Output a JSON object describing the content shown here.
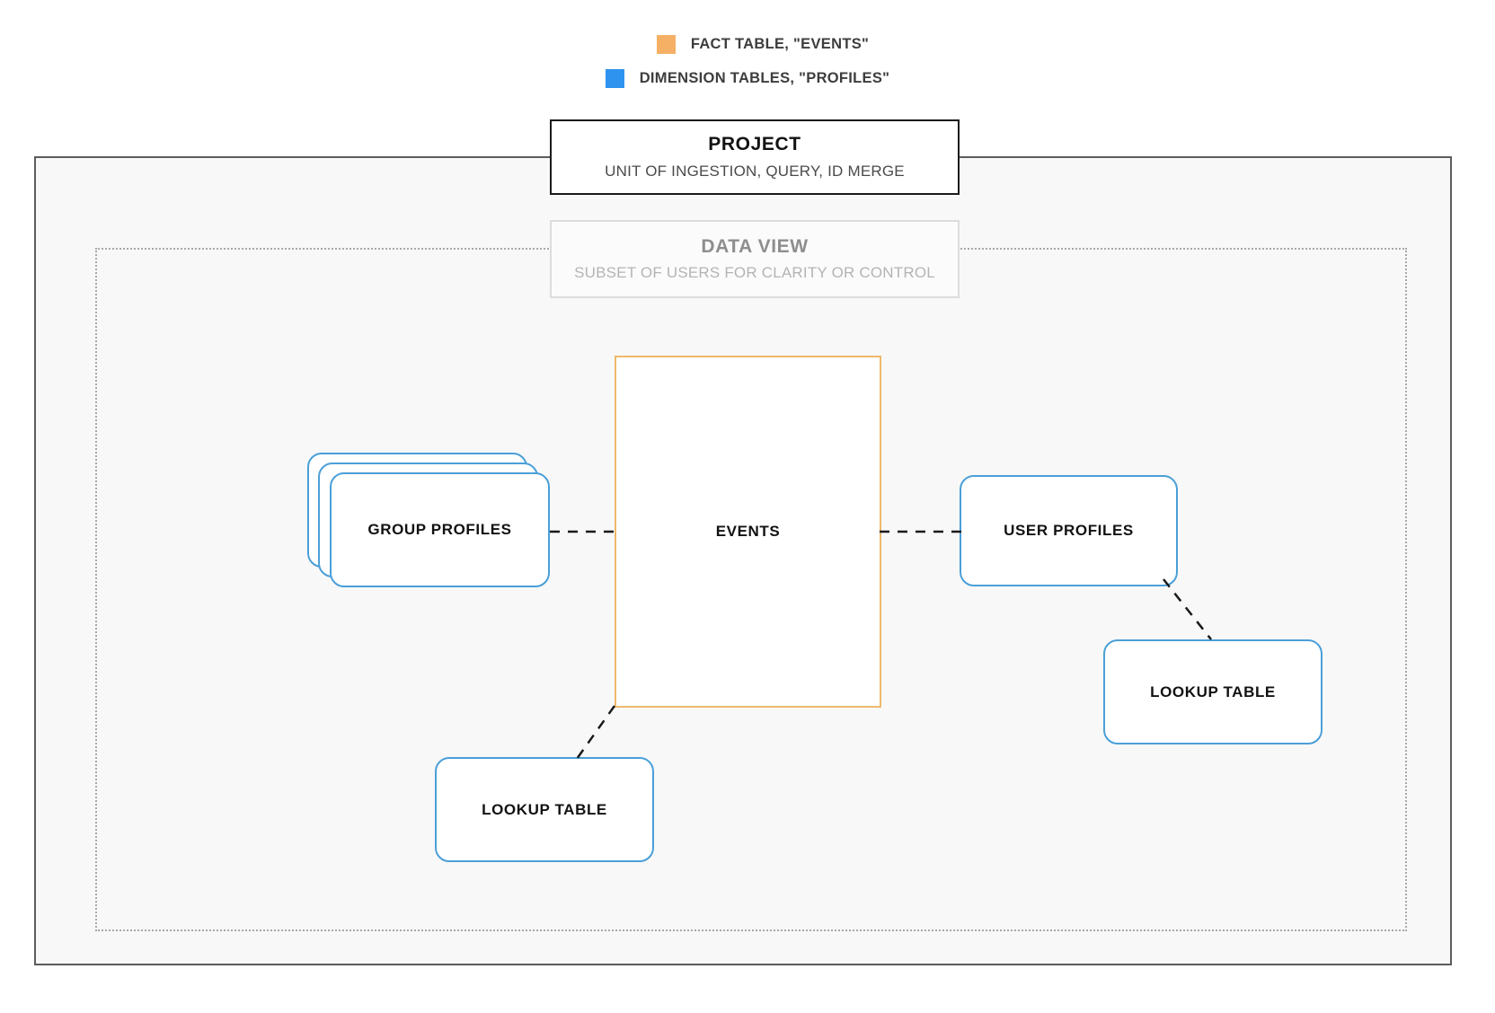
{
  "legend": {
    "items": [
      {
        "label": "FACT TABLE, \"EVENTS\"",
        "color": "#f5b066",
        "icon": "fact-table-swatch"
      },
      {
        "label": "DIMENSION TABLES, \"PROFILES\"",
        "color": "#2e93ee",
        "icon": "dimension-table-swatch"
      }
    ]
  },
  "project": {
    "title": "PROJECT",
    "subtitle": "UNIT OF INGESTION, QUERY, ID MERGE"
  },
  "data_view": {
    "title": "DATA VIEW",
    "subtitle": "SUBSET OF USERS FOR CLARITY OR CONTROL"
  },
  "nodes": {
    "events": {
      "label": "EVENTS",
      "type": "fact-table",
      "color": "#eeb96b"
    },
    "group_profiles": {
      "label": "GROUP PROFILES",
      "type": "dimension-table-stack",
      "color": "#4a9fd8",
      "stack_count": 3
    },
    "user_profiles": {
      "label": "USER PROFILES",
      "type": "dimension-table",
      "color": "#4a9fd8"
    },
    "lookup_table_left": {
      "label": "LOOKUP TABLE",
      "type": "dimension-table",
      "color": "#4a9fd8"
    },
    "lookup_table_right": {
      "label": "LOOKUP TABLE",
      "type": "dimension-table",
      "color": "#4a9fd8"
    }
  },
  "connections": [
    {
      "from": "group_profiles",
      "to": "events",
      "style": "dashed"
    },
    {
      "from": "events",
      "to": "user_profiles",
      "style": "dashed"
    },
    {
      "from": "user_profiles",
      "to": "lookup_table_right",
      "style": "dashed"
    },
    {
      "from": "events",
      "to": "lookup_table_left",
      "style": "dashed"
    }
  ],
  "colors": {
    "fact": "#f5b066",
    "dimension": "#2e93ee",
    "fact_border": "#eeb96b",
    "dimension_border": "#4a9fd8",
    "outer_border": "#5c5c5c",
    "inner_border": "#a8a8a8",
    "connector": "#1a1a1a"
  }
}
